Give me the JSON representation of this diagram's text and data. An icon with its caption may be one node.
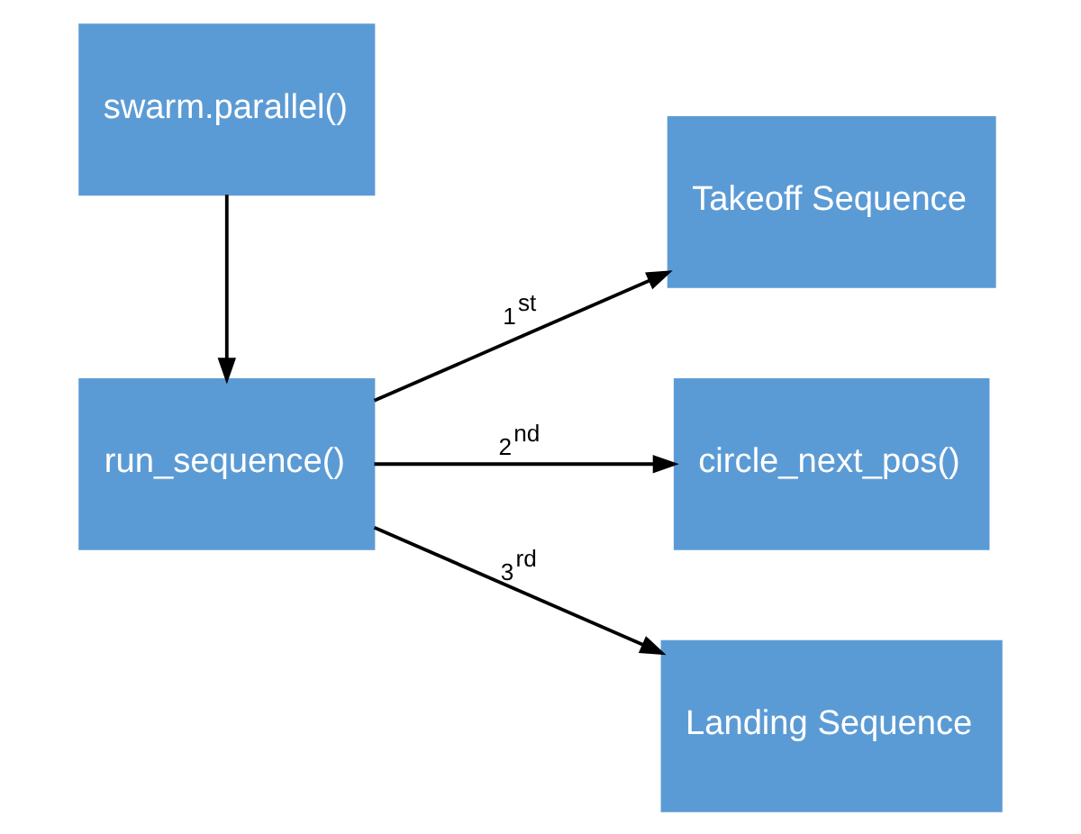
{
  "diagram": {
    "nodes": [
      {
        "text": [
          "swarm.parallel()"
        ]
      },
      {
        "text": [
          "run_sequence()"
        ]
      },
      {
        "text": [
          "Takeoff Sequence"
        ]
      },
      {
        "text": [
          "circle_next_pos()"
        ]
      },
      {
        "text": [
          "Landing Sequence"
        ]
      }
    ],
    "edges": [
      {
        "from": 0,
        "to": 1,
        "arrow": "to"
      },
      {
        "from": 1,
        "to": 2,
        "arrow": "to",
        "label": "1$^{st}$"
      },
      {
        "from": 1,
        "to": 3,
        "arrow": "to",
        "label": "2$^{nd}$"
      },
      {
        "from": 1,
        "to": 4,
        "arrow": "to",
        "label": "3$^{rd}$"
      }
    ]
  }
}
